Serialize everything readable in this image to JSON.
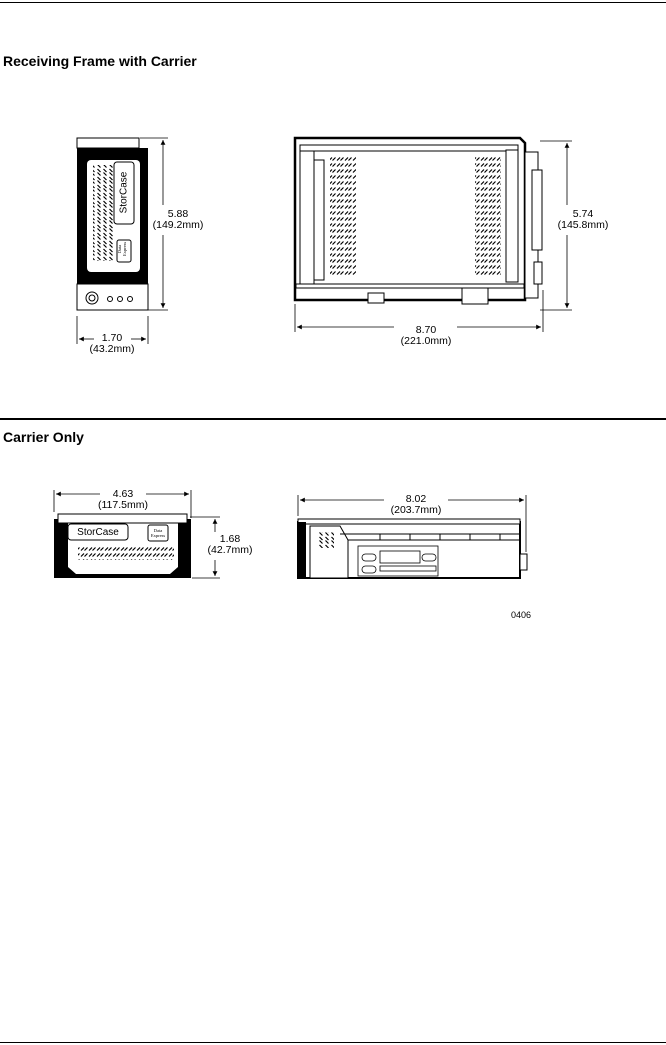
{
  "section1": {
    "title": "Receiving Frame with Carrier",
    "front_label": "StorCase",
    "badge_line1": "Data",
    "badge_line2": "Express",
    "dims": {
      "front_height": {
        "line1": "5.88",
        "line2": "(149.2mm)"
      },
      "front_width": {
        "line1": "1.70",
        "line2": "(43.2mm)"
      },
      "side_height": {
        "line1": "5.74",
        "line2": "(145.8mm)"
      },
      "side_length": {
        "line1": "8.70",
        "line2": "(221.0mm)"
      }
    }
  },
  "section2": {
    "title": "Carrier Only",
    "front_label": "StorCase",
    "badge_line1": "Data",
    "badge_line2": "Express",
    "dims": {
      "front_width": {
        "line1": "4.63",
        "line2": "(117.5mm)"
      },
      "front_height": {
        "line1": "1.68",
        "line2": "(42.7mm)"
      },
      "side_length": {
        "line1": "8.02",
        "line2": "(203.7mm)"
      }
    }
  },
  "figure_code": "0406"
}
